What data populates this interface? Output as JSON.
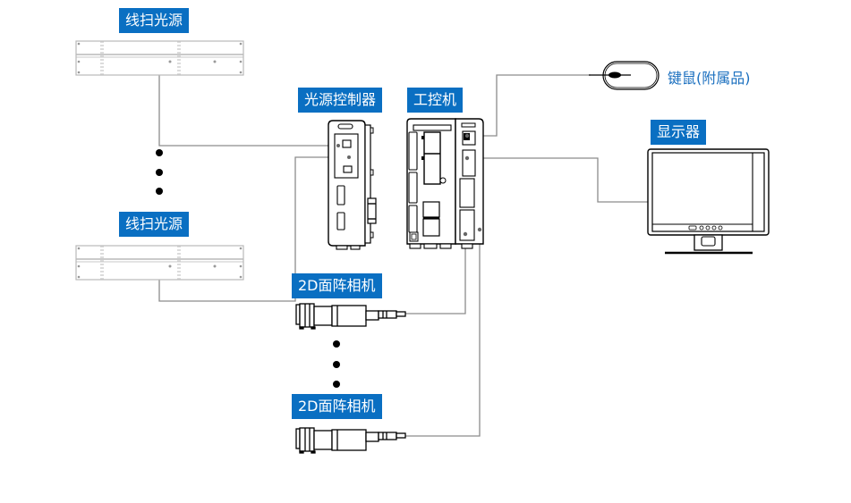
{
  "labels": {
    "line_light_top": "线扫光源",
    "line_light_bottom": "线扫光源",
    "light_controller": "光源控制器",
    "ipc": "工控机",
    "keyboard_mouse": "键鼠(附属品)",
    "monitor": "显示器",
    "camera_top": "2D面阵相机",
    "camera_bottom": "2D面阵相机"
  },
  "colors": {
    "label_bg": "#0a6fc2",
    "label_text": "#ffffff",
    "plain_label_text": "#1a6fbf",
    "connector_line": "#8c8c8c",
    "device_outline": "#000000",
    "light_outline": "#b9b9b9"
  },
  "ellipsis_groups": [
    {
      "between": [
        "line_light_top",
        "line_light_bottom"
      ],
      "dots": 3
    },
    {
      "between": [
        "camera_top",
        "camera_bottom"
      ],
      "dots": 3
    }
  ]
}
